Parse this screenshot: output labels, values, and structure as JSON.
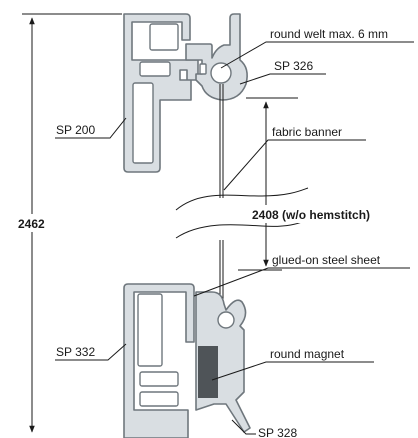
{
  "labels": {
    "round_welt": "round welt max. 6 mm",
    "sp326": "SP 326",
    "sp200": "SP 200",
    "fabric_banner": "fabric banner",
    "height_total": "2462",
    "height_inner": "2408 (w/o hemstitch)",
    "steel_sheet": "glued-on steel sheet",
    "sp332": "SP 332",
    "round_magnet": "round magnet",
    "sp328": "SP 328"
  },
  "colors": {
    "profile_fill": "#d9dee2",
    "profile_stroke": "#6f777d",
    "magnet": "#4f5458",
    "line": "#1a1a1a"
  }
}
